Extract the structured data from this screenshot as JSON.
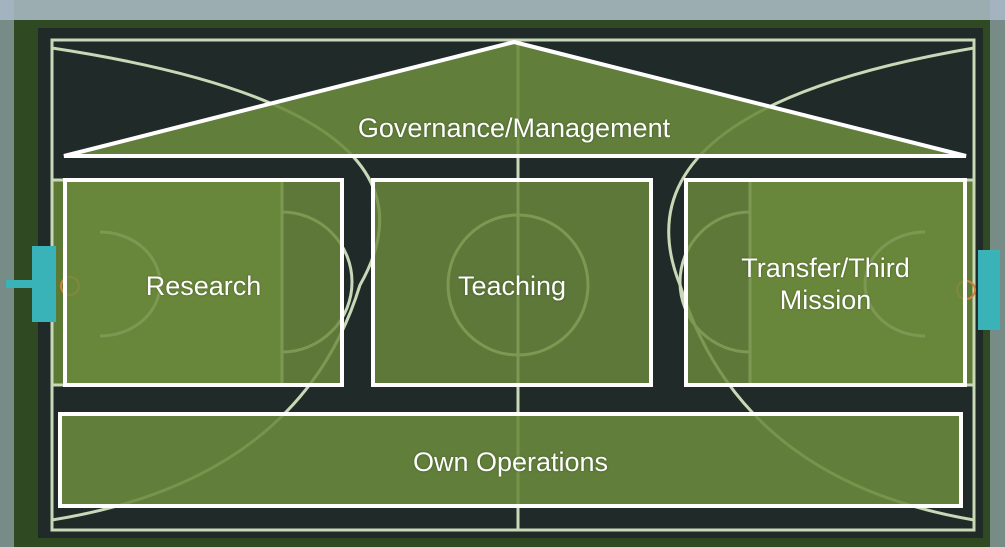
{
  "diagram": {
    "roof_label": "Governance/Management",
    "pillars": [
      {
        "label": "Research"
      },
      {
        "label": "Teaching"
      },
      {
        "label": "Transfer/Third\nMission"
      }
    ],
    "foundation_label": "Own Operations"
  },
  "colors": {
    "court_green": "#5d7a35",
    "court_dark": "#1f2a29",
    "box_fill": "#6b8a3c",
    "line_white": "#ffffff",
    "court_line": "#c9d8b6",
    "grass_border": "#2f4a22",
    "hoop_teal": "#39b3b8"
  },
  "background": {
    "depicts": "aerial view of an outdoor basketball court with green painted areas and white court lines"
  }
}
